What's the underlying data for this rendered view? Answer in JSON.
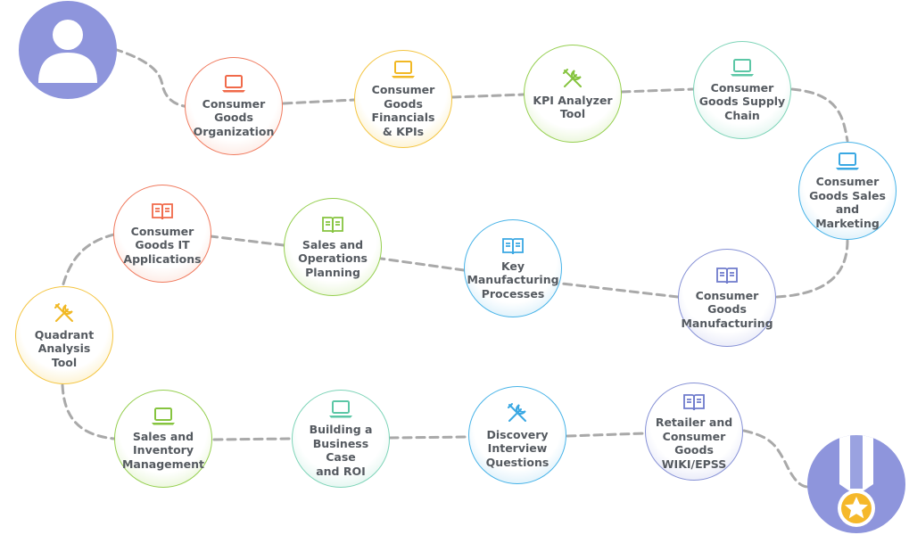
{
  "start": {
    "icon": "user-icon"
  },
  "finish": {
    "icon": "medal-icon"
  },
  "nodes": [
    {
      "label": "Consumer\nGoods\nOrganization",
      "icon": "laptop-icon",
      "color": "#f07a5e"
    },
    {
      "label": "Consumer\nGoods Financials\n& KPIs",
      "icon": "laptop-icon",
      "color": "#f4c542"
    },
    {
      "label": "KPI Analyzer\nTool",
      "icon": "tools-icon",
      "color": "#95cf4f"
    },
    {
      "label": "Consumer\nGoods Supply\nChain",
      "icon": "laptop-icon",
      "color": "#7ed4b8"
    },
    {
      "label": "Consumer\nGoods Sales and\nMarketing",
      "icon": "laptop-icon",
      "color": "#47b3e8"
    },
    {
      "label": "Consumer\nGoods\nManufacturing",
      "icon": "book-icon",
      "color": "#8691d6"
    },
    {
      "label": "Key\nManufacturing\nProcesses",
      "icon": "book-icon",
      "color": "#47b3e8"
    },
    {
      "label": "Sales and\nOperations\nPlanning",
      "icon": "book-icon",
      "color": "#95cf4f"
    },
    {
      "label": "Consumer\nGoods IT\nApplications",
      "icon": "book-icon",
      "color": "#f07a5e"
    },
    {
      "label": "Quadrant\nAnalysis\nTool",
      "icon": "tools-icon",
      "color": "#f4c542"
    },
    {
      "label": "Sales and\nInventory\nManagement",
      "icon": "laptop-icon",
      "color": "#95cf4f"
    },
    {
      "label": "Building a\nBusiness Case\nand ROI",
      "icon": "laptop-icon",
      "color": "#7ed4b8"
    },
    {
      "label": "Discovery\nInterview\nQuestions",
      "icon": "tools-icon",
      "color": "#47b3e8"
    },
    {
      "label": "Retailer and\nConsumer Goods\nWIKI/EPSS",
      "icon": "book-icon",
      "color": "#8691d6"
    }
  ]
}
